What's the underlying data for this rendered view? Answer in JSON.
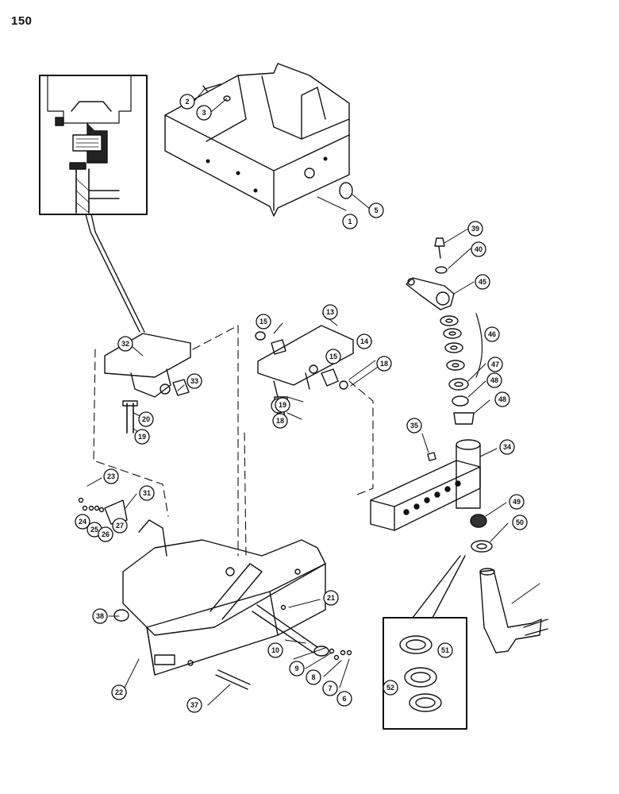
{
  "page": {
    "number": "150"
  },
  "callouts": [
    "1",
    "2",
    "3",
    "5",
    "6",
    "7",
    "8",
    "9",
    "10",
    "13",
    "14",
    "14",
    "15",
    "15",
    "18",
    "18",
    "19",
    "19",
    "20",
    "21",
    "22",
    "23",
    "24",
    "25",
    "26",
    "27",
    "31",
    "32",
    "33",
    "34",
    "35",
    "37",
    "38",
    "39",
    "40",
    "45",
    "46",
    "47",
    "48",
    "48",
    "49",
    "50",
    "51",
    "52"
  ],
  "colors": {
    "ink": "#111111",
    "paper": "#ffffff"
  }
}
